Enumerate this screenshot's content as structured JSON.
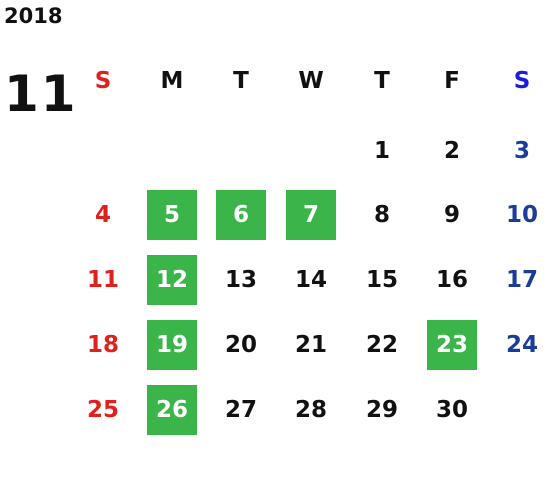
{
  "year": "2018",
  "month": "11",
  "weekday_headers": [
    "S",
    "M",
    "T",
    "W",
    "T",
    "F",
    "S"
  ],
  "weeks": [
    [
      "",
      "",
      "",
      "",
      "1",
      "2",
      "3"
    ],
    [
      "4",
      "5",
      "6",
      "7",
      "8",
      "9",
      "10"
    ],
    [
      "11",
      "12",
      "13",
      "14",
      "15",
      "16",
      "17"
    ],
    [
      "18",
      "19",
      "20",
      "21",
      "22",
      "23",
      "24"
    ],
    [
      "25",
      "26",
      "27",
      "28",
      "29",
      "30",
      ""
    ]
  ],
  "highlighted_days": [
    "5",
    "6",
    "7",
    "12",
    "19",
    "23",
    "26"
  ],
  "colors": {
    "sunday": "#e0201c",
    "saturday": "#1c3c9a",
    "saturday_header": "#1a1ae6",
    "highlight": "#3bb54a",
    "text": "#111111"
  }
}
